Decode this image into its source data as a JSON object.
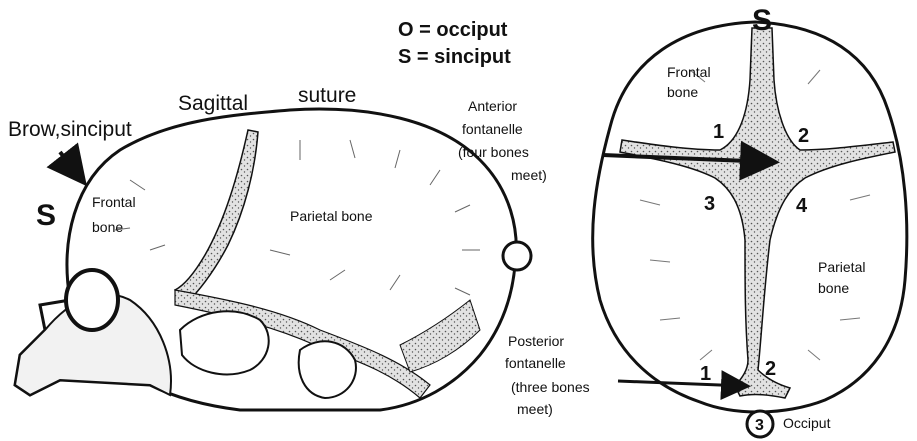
{
  "legend": {
    "occiput": "O = occiput",
    "sinciput": "S = sinciput"
  },
  "side_view": {
    "sagittal": "Sagittal",
    "suture": "suture",
    "brow": "Brow,sinciput",
    "s_mark": "S",
    "frontal_bone": [
      "Frontal",
      "bone"
    ],
    "parietal_bone": "Parietal bone",
    "anterior_fontanelle": [
      "Anterior",
      "fontanelle",
      "(four bones",
      "meet)"
    ],
    "posterior_fontanelle": [
      "Posterior",
      "fontanelle",
      "(three bones",
      "meet)"
    ]
  },
  "top_view": {
    "s_mark": "S",
    "frontal_bone": [
      "Frontal",
      "bone"
    ],
    "parietal_bone": [
      "Parietal",
      "bone"
    ],
    "numbers_anterior": [
      "1",
      "2",
      "3",
      "4"
    ],
    "numbers_posterior": [
      "1",
      "2"
    ],
    "occiput_circle": "3",
    "occiput": "Occiput"
  },
  "colors": {
    "ink": "#111111",
    "bone_fill": "#ffffff",
    "suture_fill": "#cfcfcf"
  },
  "icons": [
    "occiput-circle-icon",
    "pointer-arrow-icon"
  ]
}
